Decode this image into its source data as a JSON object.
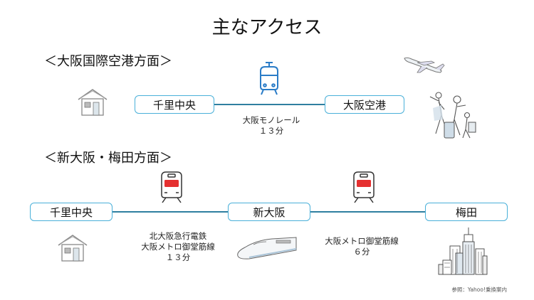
{
  "title": "主なアクセス",
  "sections": [
    {
      "heading": "＜大阪国際空港方面＞",
      "stations": [
        "千里中央",
        "大阪空港"
      ],
      "routes": [
        {
          "line": "大阪モノレール",
          "time": "１３分",
          "vehicle_icon": "monorail-icon"
        }
      ],
      "illustrations": [
        "house-icon",
        "airplane-icon",
        "travelers-icon"
      ]
    },
    {
      "heading": "＜新大阪・梅田方面＞",
      "stations": [
        "千里中央",
        "新大阪",
        "梅田"
      ],
      "routes": [
        {
          "line1": "北大阪急行電鉄",
          "line2": "大阪メトロ御堂筋線",
          "time": "１３分",
          "vehicle_icon": "train-icon"
        },
        {
          "line": "大阪メトロ御堂筋線",
          "time": "６分",
          "vehicle_icon": "train-icon"
        }
      ],
      "illustrations": [
        "house-icon",
        "shinkansen-icon",
        "city-skyline-icon"
      ]
    }
  ],
  "footer": "参照：Yahoo!乗換案内",
  "colors": {
    "station_border": "#4ab0d9",
    "line": "#2f7fa0",
    "monorail": "#2a7cc7",
    "train_window": "#e53030"
  }
}
